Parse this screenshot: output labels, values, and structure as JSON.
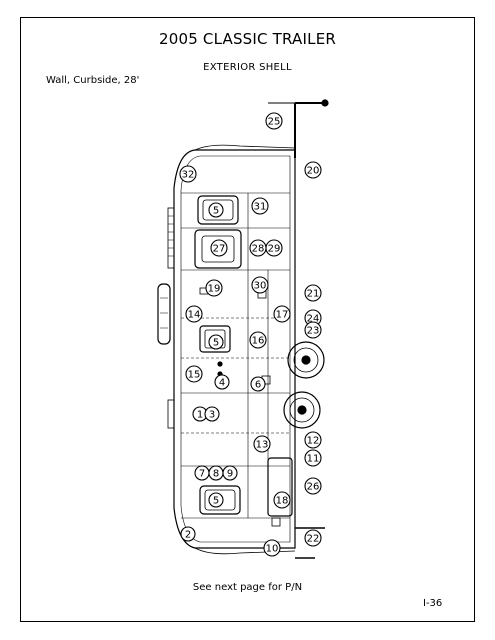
{
  "document": {
    "title": "2005 CLASSIC TRAILER",
    "section": "EXTERIOR SHELL",
    "view": "Wall, Curbside, 28'",
    "footer_note": "See next page for P/N",
    "page_number": "I-36"
  },
  "callouts": [
    {
      "id": "25",
      "label": "25"
    },
    {
      "id": "20",
      "label": "20"
    },
    {
      "id": "32",
      "label": "32"
    },
    {
      "id": "5a",
      "label": "5"
    },
    {
      "id": "31",
      "label": "31"
    },
    {
      "id": "27",
      "label": "27"
    },
    {
      "id": "28",
      "label": "28"
    },
    {
      "id": "29",
      "label": "29"
    },
    {
      "id": "30",
      "label": "30"
    },
    {
      "id": "19",
      "label": "19"
    },
    {
      "id": "21",
      "label": "21"
    },
    {
      "id": "17",
      "label": "17"
    },
    {
      "id": "14",
      "label": "14"
    },
    {
      "id": "24",
      "label": "24"
    },
    {
      "id": "23",
      "label": "23"
    },
    {
      "id": "5b",
      "label": "5"
    },
    {
      "id": "16",
      "label": "16"
    },
    {
      "id": "15",
      "label": "15"
    },
    {
      "id": "4",
      "label": "4"
    },
    {
      "id": "6",
      "label": "6"
    },
    {
      "id": "1",
      "label": "1"
    },
    {
      "id": "3",
      "label": "3"
    },
    {
      "id": "13",
      "label": "13"
    },
    {
      "id": "12",
      "label": "12"
    },
    {
      "id": "11",
      "label": "11"
    },
    {
      "id": "7",
      "label": "7"
    },
    {
      "id": "8",
      "label": "8"
    },
    {
      "id": "9",
      "label": "9"
    },
    {
      "id": "26",
      "label": "26"
    },
    {
      "id": "5c",
      "label": "5"
    },
    {
      "id": "18",
      "label": "18"
    },
    {
      "id": "2",
      "label": "2"
    },
    {
      "id": "22",
      "label": "22"
    },
    {
      "id": "10",
      "label": "10"
    }
  ]
}
